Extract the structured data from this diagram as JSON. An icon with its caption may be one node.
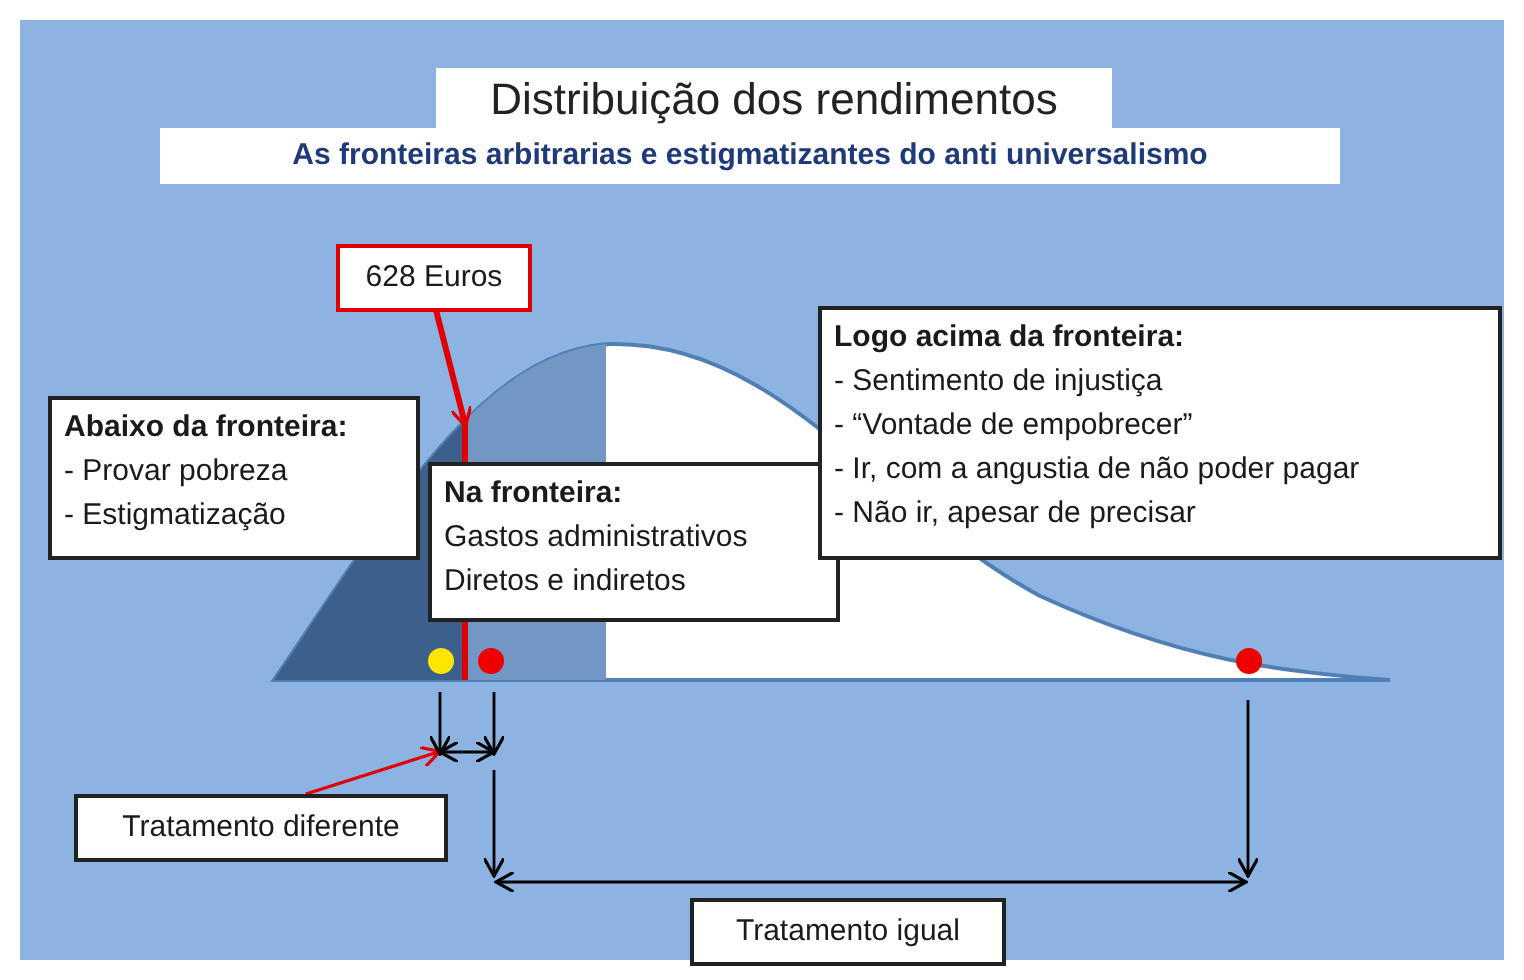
{
  "diagram": {
    "title": "Distribuição dos rendimentos",
    "nodes": [
      {
        "text": [
          "628 Euros"
        ]
      },
      {
        "text": [
          "Abaixo da fronteira:",
          "- Provar pobreza",
          "- Estigmatização"
        ]
      },
      {
        "text": [
          "Na fronteira:",
          "Gastos administrativos",
          "Diretos e indiretos"
        ]
      },
      {
        "text": [
          "Logo acima da fronteira:",
          "- Sentimento de injustiça",
          "- “Vontade de empobrecer”",
          "- Ir, com a angustia de não poder pagar",
          "- Não ir, apesar de precisar"
        ]
      },
      {
        "text": [
          "Tratamento diferente"
        ]
      },
      {
        "text": [
          "Tratamento igual"
        ]
      },
      {
        "text": [],
        "shape": "circle"
      },
      {
        "text": [],
        "shape": "circle"
      },
      {
        "text": [],
        "shape": "circle"
      },
      {
        "text": [],
        "shape": "bar"
      }
    ],
    "edges": [
      {
        "from": 0,
        "to": 9,
        "arrow": "to"
      },
      {
        "from": 4,
        "to": null,
        "arrow": "to"
      }
    ],
    "labels": [
      "As fronteiras arbitrarias e estigmatizantes do anti universalismo"
    ]
  }
}
